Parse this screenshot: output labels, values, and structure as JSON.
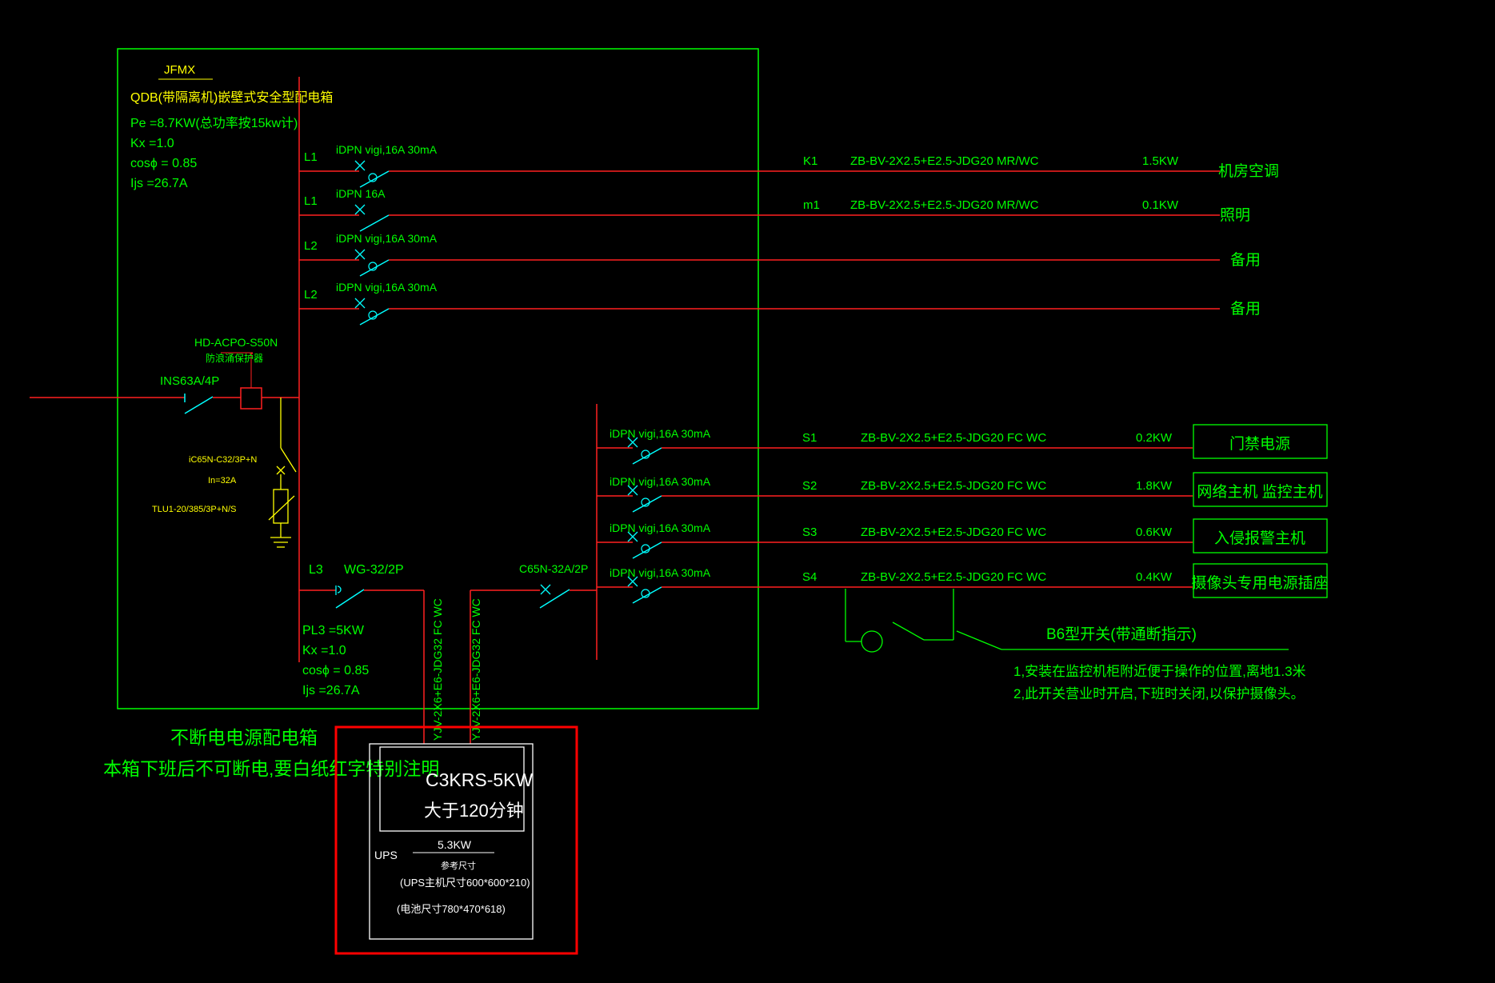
{
  "colors": {
    "background": "#000000",
    "frame": "#00ff00",
    "wire": "#ff2020",
    "text": "#00ff00",
    "cyan": "#00ffff",
    "yellow": "#ffff00",
    "highlight": "#ff0000"
  },
  "panel": {
    "name": "JFMX",
    "type": "QDB(带隔离机)嵌壁式安全型配电箱",
    "pe": "Pe =8.7KW(总功率按15kw计)",
    "kx": "Kx =1.0",
    "cos": "cosϕ = 0.85",
    "ijs": "Ijs =26.7A"
  },
  "incoming": {
    "breaker": "INS63A/4P",
    "protector_model": "HD-ACPO-S50N",
    "protector_label": "防浪涌保护器",
    "surge_breaker": "iC65N-C32/3P+N",
    "surge_in": "In=32A",
    "surge_device": "TLU1-20/385/3P+N/S"
  },
  "upper_circuits": [
    {
      "phase": "L1",
      "breaker": "iDPN vigi,16A 30mA",
      "id": "K1",
      "cable": "ZB-BV-2X2.5+E2.5-JDG20 MR/WC",
      "power": "1.5KW",
      "load": "机房空调"
    },
    {
      "phase": "L1",
      "breaker": "iDPN 16A",
      "id": "m1",
      "cable": "ZB-BV-2X2.5+E2.5-JDG20 MR/WC",
      "power": "0.1KW",
      "load": "照明"
    },
    {
      "phase": "L2",
      "breaker": "iDPN vigi,16A 30mA",
      "id": "",
      "cable": "",
      "power": "",
      "load": "备用"
    },
    {
      "phase": "L2",
      "breaker": "iDPN vigi,16A 30mA",
      "id": "",
      "cable": "",
      "power": "",
      "load": "备用"
    }
  ],
  "ups_branch": {
    "phase": "L3",
    "breaker": "WG-32/2P",
    "return_breaker": "C65N-32A/2P",
    "pl": "PL3 =5KW",
    "kx": "Kx =1.0",
    "cos": "cosϕ = 0.85",
    "ijs": "Ijs =26.7A",
    "cable_out": "YJV-2X6+E6-JDG32 FC WC",
    "cable_in": "YJV-2X6+E6-JDG32 FC WC"
  },
  "lower_circuits": [
    {
      "breaker": "iDPN vigi,16A 30mA",
      "id": "S1",
      "cable": "ZB-BV-2X2.5+E2.5-JDG20 FC WC",
      "power": "0.2KW",
      "load": "门禁电源"
    },
    {
      "breaker": "iDPN vigi,16A 30mA",
      "id": "S2",
      "cable": "ZB-BV-2X2.5+E2.5-JDG20 FC WC",
      "power": "1.8KW",
      "load": "网络主机  监控主机"
    },
    {
      "breaker": "iDPN vigi,16A 30mA",
      "id": "S3",
      "cable": "ZB-BV-2X2.5+E2.5-JDG20 FC WC",
      "power": "0.6KW",
      "load": "入侵报警主机"
    },
    {
      "breaker": "iDPN vigi,16A 30mA",
      "id": "S4",
      "cable": "ZB-BV-2X2.5+E2.5-JDG20 FC WC",
      "power": "0.4KW",
      "load": "摄像头专用电源插座"
    }
  ],
  "switch_note": {
    "title": "B6型开关(带通断指示)",
    "line1": "1,安装在监控机柜附近便于操作的位置,离地1.3米",
    "line2": "2,此开关营业时开启,下班时关闭,以保护摄像头。"
  },
  "ups_label": {
    "line1": "不断电电源配电箱",
    "line2": "本箱下班后不可断电,要白纸红字特别注明"
  },
  "ups_box": {
    "model": "C3KRS-5KW",
    "duration": "大于120分钟",
    "tag": "UPS",
    "power": "5.3KW",
    "ref": "参考尺寸",
    "host_size": "(UPS主机尺寸600*600*210)",
    "battery_size": "(电池尺寸780*470*618)"
  }
}
